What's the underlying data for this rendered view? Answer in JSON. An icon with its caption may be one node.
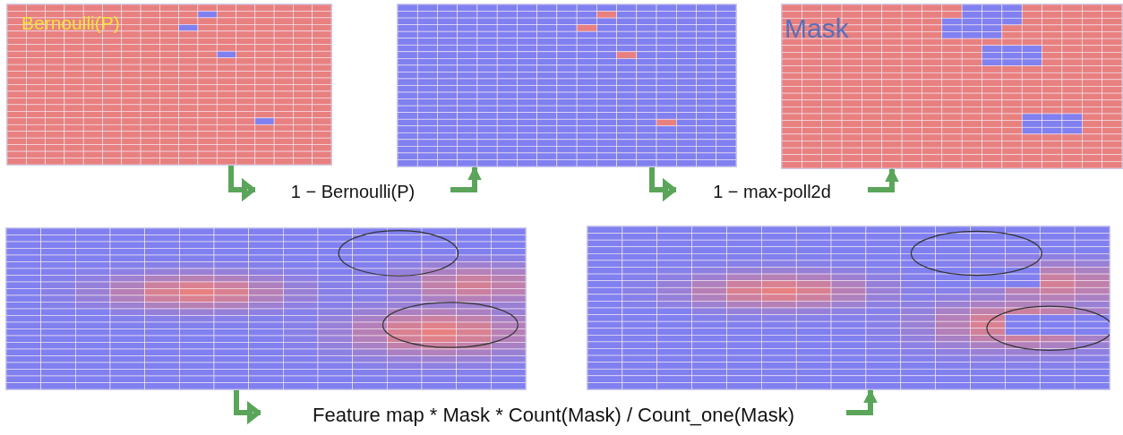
{
  "diagram": {
    "nodes": [
      {
        "text": [
          "Bernoulli(P)"
        ]
      },
      {
        "text": [],
        "shape": "picture"
      },
      {
        "text": [
          "Mask"
        ]
      },
      {
        "text": [],
        "shape": "picture"
      },
      {
        "text": [],
        "shape": "picture"
      }
    ],
    "edges": [
      {
        "from": 0,
        "to": 1,
        "arrow": "to",
        "label": "1 − Bernoulli(P)"
      },
      {
        "from": 1,
        "to": 2,
        "arrow": "to",
        "label": "1 − max-poll2d"
      },
      {
        "from": 3,
        "to": 4,
        "arrow": "to",
        "label": "Feature map * Mask * Count(Mask) / Count_one(Mask)"
      }
    ]
  }
}
